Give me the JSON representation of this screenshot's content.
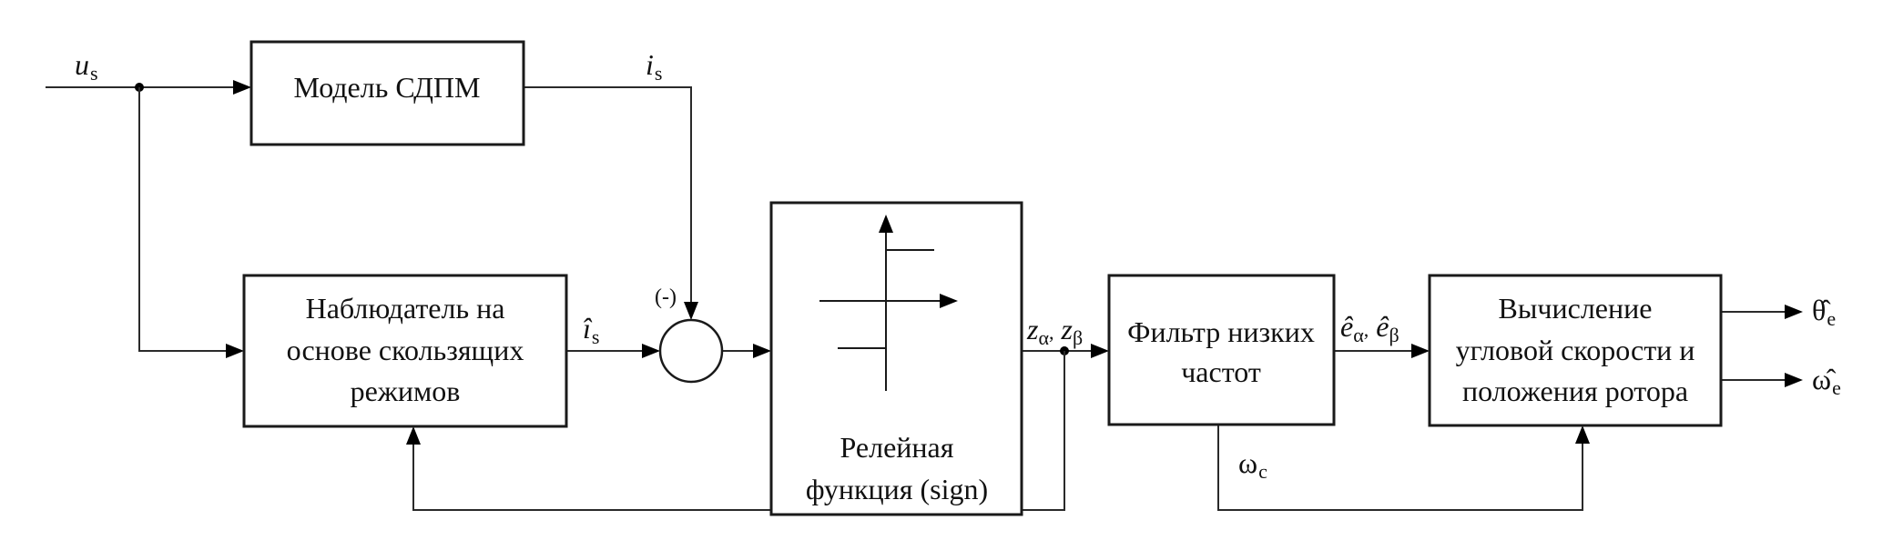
{
  "diagram": {
    "title": "Sliding-mode observer block diagram for PMSM rotor speed and position estimation",
    "blocks": {
      "pmsm_model": {
        "lines": [
          "Модель СДПМ"
        ]
      },
      "observer": {
        "lines": [
          "Наблюдатель на",
          "основе скользящих",
          "режимов"
        ]
      },
      "relay": {
        "lines": [
          "Релейная",
          "функция (sign)"
        ]
      },
      "lpf": {
        "lines": [
          "Фильтр низких",
          "частот"
        ]
      },
      "estimator": {
        "lines": [
          "Вычисление",
          "угловой скорости и",
          "положения ротора"
        ]
      }
    },
    "signals": {
      "u_s": {
        "base": "u",
        "sub": "s"
      },
      "i_s": {
        "base": "i",
        "sub": "s"
      },
      "i_s_hat": {
        "base": "î",
        "sub": "s"
      },
      "minus": "(-)",
      "z": {
        "a_base": "z",
        "a_sub": "α",
        "sep": ",",
        "b_base": "z",
        "b_sub": "β"
      },
      "e_hat": {
        "a_base": "ê",
        "a_sub": "α",
        "sep": ",",
        "b_base": "ê",
        "b_sub": "β"
      },
      "omega_c": {
        "base": "ω",
        "sub": "c"
      },
      "theta_e_hat": {
        "base": "θ̂",
        "sub": "e"
      },
      "omega_e_hat": {
        "base": "ω̂",
        "sub": "e"
      }
    }
  }
}
